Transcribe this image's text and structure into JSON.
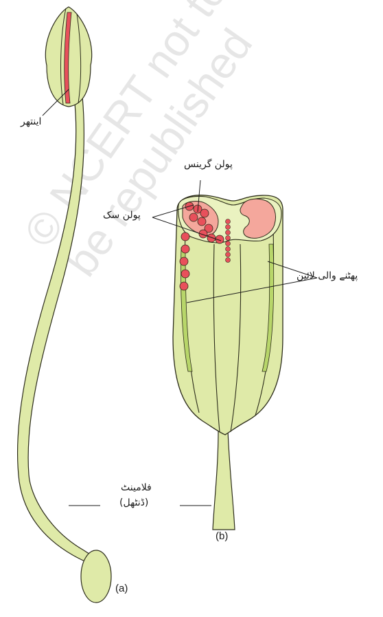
{
  "watermark": "© NCERT not to be republished",
  "labels": {
    "anther": "اینتھر",
    "pollen_grains": "پولن گرینس",
    "pollen_sacs": "پولن سک",
    "dehiscence_line": "پھٹنے والی لائین",
    "filament": "فلامینٹ",
    "filament_sub": "(ڈنٹھل)",
    "part_a": "(a)",
    "part_b": "(b)"
  },
  "colors": {
    "tissue_fill": "#dfeaa8",
    "tissue_light": "#eaf2c0",
    "tissue_stroke": "#2b2b1a",
    "groove_green": "#b8d66a",
    "sac_fill": "#f4a79c",
    "pollen_red": "#e8505b",
    "line_red": "#e8505b"
  }
}
